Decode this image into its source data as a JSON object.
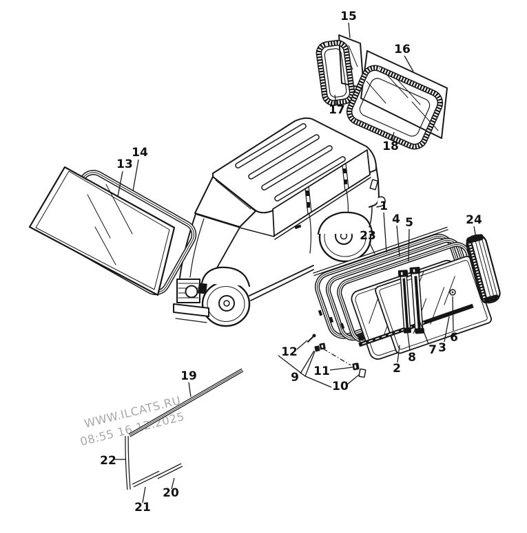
{
  "meta": {
    "background_color": "#ffffff",
    "ink_color": "#161616",
    "watermark_color": "#9a9a9a",
    "figure_type": "exploded-parts-diagram-window-glass"
  },
  "watermark": {
    "line1": "WWW.ILCATS.RU",
    "line2": "08:55 16.12.2025"
  },
  "parts": [
    {
      "number": "1"
    },
    {
      "number": "2"
    },
    {
      "number": "3"
    },
    {
      "number": "4"
    },
    {
      "number": "5"
    },
    {
      "number": "6"
    },
    {
      "number": "7"
    },
    {
      "number": "8"
    },
    {
      "number": "9"
    },
    {
      "number": "10"
    },
    {
      "number": "11"
    },
    {
      "number": "12"
    },
    {
      "number": "13"
    },
    {
      "number": "14"
    },
    {
      "number": "15"
    },
    {
      "number": "16"
    },
    {
      "number": "17"
    },
    {
      "number": "18"
    },
    {
      "number": "19"
    },
    {
      "number": "20"
    },
    {
      "number": "21"
    },
    {
      "number": "22"
    },
    {
      "number": "23"
    },
    {
      "number": "24"
    }
  ]
}
